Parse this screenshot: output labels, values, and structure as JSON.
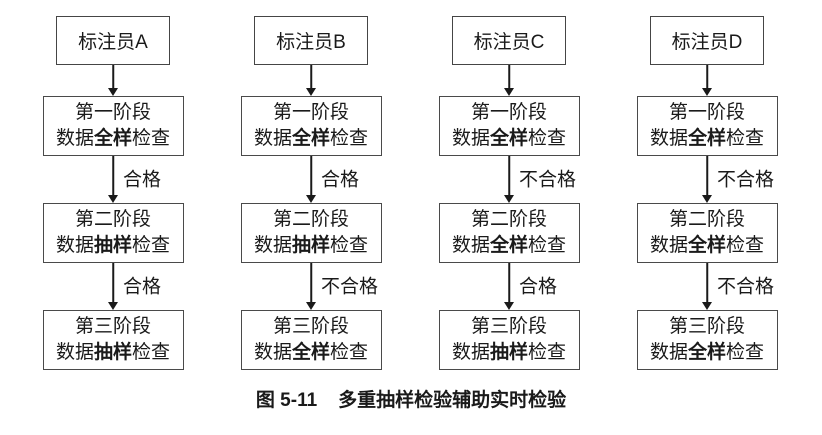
{
  "figure": {
    "number": "图 5-11",
    "title": "多重抽样检验辅助实时检验"
  },
  "colors": {
    "background": "#ffffff",
    "box_border": "#4a4a4a",
    "text": "#1a1a1a"
  },
  "columns": [
    {
      "annotator": "标注员A",
      "stages": [
        {
          "line1": "第一阶段",
          "prefix": "数据",
          "method": "全样",
          "suffix": "检查"
        },
        {
          "line1": "第二阶段",
          "prefix": "数据",
          "method": "抽样",
          "suffix": "检查"
        },
        {
          "line1": "第三阶段",
          "prefix": "数据",
          "method": "抽样",
          "suffix": "检查"
        }
      ],
      "arrows": [
        "合格",
        "合格"
      ]
    },
    {
      "annotator": "标注员B",
      "stages": [
        {
          "line1": "第一阶段",
          "prefix": "数据",
          "method": "全样",
          "suffix": "检查"
        },
        {
          "line1": "第二阶段",
          "prefix": "数据",
          "method": "抽样",
          "suffix": "检查"
        },
        {
          "line1": "第三阶段",
          "prefix": "数据",
          "method": "全样",
          "suffix": "检查"
        }
      ],
      "arrows": [
        "合格",
        "不合格"
      ]
    },
    {
      "annotator": "标注员C",
      "stages": [
        {
          "line1": "第一阶段",
          "prefix": "数据",
          "method": "全样",
          "suffix": "检查"
        },
        {
          "line1": "第二阶段",
          "prefix": "数据",
          "method": "全样",
          "suffix": "检查"
        },
        {
          "line1": "第三阶段",
          "prefix": "数据",
          "method": "抽样",
          "suffix": "检查"
        }
      ],
      "arrows": [
        "不合格",
        "合格"
      ]
    },
    {
      "annotator": "标注员D",
      "stages": [
        {
          "line1": "第一阶段",
          "prefix": "数据",
          "method": "全样",
          "suffix": "检查"
        },
        {
          "line1": "第二阶段",
          "prefix": "数据",
          "method": "全样",
          "suffix": "检查"
        },
        {
          "line1": "第三阶段",
          "prefix": "数据",
          "method": "全样",
          "suffix": "检查"
        }
      ],
      "arrows": [
        "不合格",
        "不合格"
      ]
    }
  ]
}
